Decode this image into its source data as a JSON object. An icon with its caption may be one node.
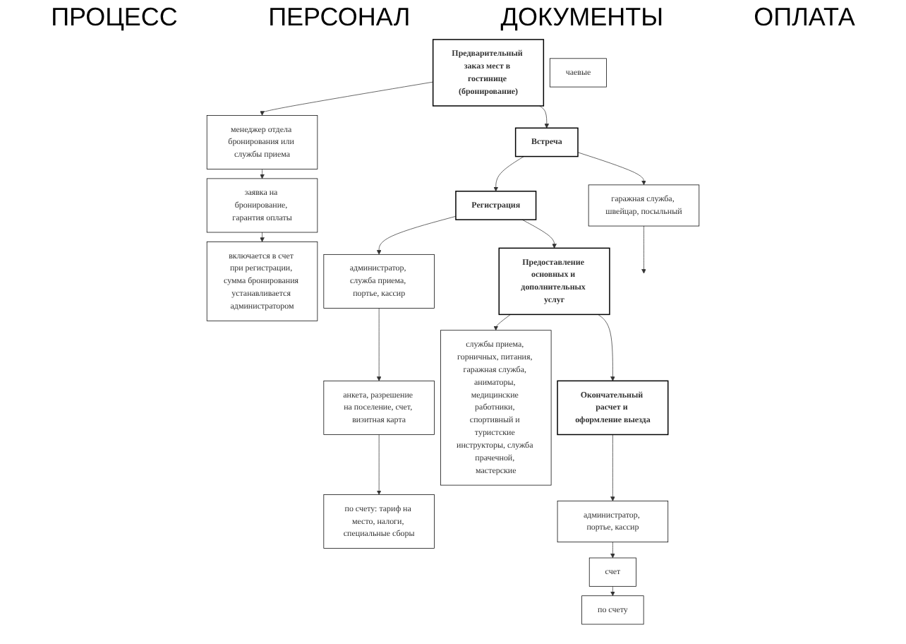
{
  "diagram": {
    "nodes": [
      {
        "text": [
          "Предварительный заказ мест в гостинице (бронирование)"
        ]
      },
      {
        "text": [
          "менеджер отдела бронирования или службы приема"
        ]
      },
      {
        "text": [
          "заявка на бронирование, гарантия оплаты"
        ]
      },
      {
        "text": [
          "включается в счет при регистрации, сумма бронирования устанавливается администратором"
        ]
      },
      {
        "text": [
          "Встреча"
        ]
      },
      {
        "text": [
          "гаражная служба, швейцар, посыльный"
        ]
      },
      {
        "text": [
          "чаевые"
        ]
      },
      {
        "text": [
          "Регистрация"
        ]
      },
      {
        "text": [
          "администратор, служба приема, портье, кассир"
        ]
      },
      {
        "text": [
          "анкета, разрешение на поселение, счет, визитная карта"
        ]
      },
      {
        "text": [
          "по счету: тариф на место, налоги, специальные сборы"
        ]
      },
      {
        "text": [
          "Предоставление основных и дополнительных услуг"
        ]
      },
      {
        "text": [
          "службы приема, горничных, питания, гаражная служба, аниматоры, медицинские работники, спортивный и туристские инструкторы, служба прачечной, мастерские"
        ]
      },
      {
        "text": [
          "Окончательный расчет и оформление выезда"
        ]
      },
      {
        "text": [
          "администратор, портье, кассир"
        ]
      },
      {
        "text": [
          "счет"
        ]
      },
      {
        "text": [
          "по счету"
        ]
      }
    ],
    "edges": [
      {
        "from": 0,
        "to": 1,
        "arrow": "to"
      },
      {
        "from": 1,
        "to": 2,
        "arrow": "to"
      },
      {
        "from": 2,
        "to": 3,
        "arrow": "to"
      },
      {
        "from": 0,
        "to": 4,
        "arrow": "to"
      },
      {
        "from": 4,
        "to": 5,
        "arrow": "to"
      },
      {
        "from": 5,
        "to": null,
        "arrow": "to"
      },
      {
        "from": 4,
        "to": 7,
        "arrow": "to"
      },
      {
        "from": 7,
        "to": 8,
        "arrow": "to"
      },
      {
        "from": 8,
        "to": 9,
        "arrow": "to"
      },
      {
        "from": 9,
        "to": 10,
        "arrow": "to"
      },
      {
        "from": 7,
        "to": 11,
        "arrow": "to"
      },
      {
        "from": 11,
        "to": 12,
        "arrow": "to"
      },
      {
        "from": 11,
        "to": 13,
        "arrow": "to"
      },
      {
        "from": 13,
        "to": 14,
        "arrow": "to"
      },
      {
        "from": 14,
        "to": 15,
        "arrow": "to"
      },
      {
        "from": 15,
        "to": 16,
        "arrow": "to"
      }
    ],
    "labels": [
      "ПРОЦЕСС",
      "ПЕРСОНАЛ",
      "ДОКУМЕНТЫ",
      "ОПЛАТА"
    ]
  }
}
